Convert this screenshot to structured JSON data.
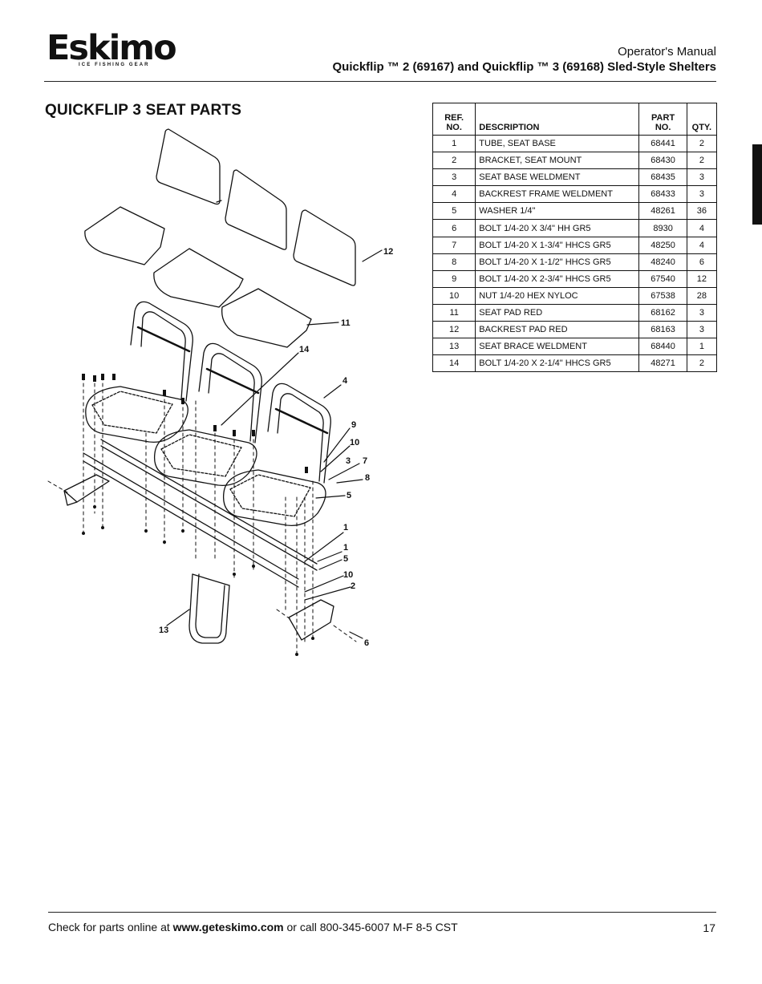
{
  "header": {
    "brand": "Eskimo",
    "tagline": "ICE FISHING GEAR",
    "manual_label": "Operator's Manual",
    "product_title": "Quickflip ™ 2 (69167) and Quickflip ™ 3 (69168) Sled-Style Shelters"
  },
  "section_title": "QUICKFLIP 3 SEAT PARTS",
  "parts_table": {
    "headers": {
      "ref_line1": "REF.",
      "ref_line2": "NO.",
      "description": "DESCRIPTION",
      "part_line1": "PART",
      "part_line2": "NO.",
      "qty": "QTY."
    },
    "rows": [
      {
        "ref": "1",
        "description": "TUBE, SEAT BASE",
        "part": "68441",
        "qty": "2"
      },
      {
        "ref": "2",
        "description": "BRACKET, SEAT MOUNT",
        "part": "68430",
        "qty": "2"
      },
      {
        "ref": "3",
        "description": "SEAT BASE WELDMENT",
        "part": "68435",
        "qty": "3"
      },
      {
        "ref": "4",
        "description": "BACKREST FRAME WELDMENT",
        "part": "68433",
        "qty": "3"
      },
      {
        "ref": "5",
        "description": "WASHER 1/4\"",
        "part": "48261",
        "qty": "36"
      },
      {
        "ref": "6",
        "description": "BOLT 1/4-20 X 3/4\" HH GR5",
        "part": "8930",
        "qty": "4"
      },
      {
        "ref": "7",
        "description": "BOLT 1/4-20 X 1-3/4\" HHCS GR5",
        "part": "48250",
        "qty": "4"
      },
      {
        "ref": "8",
        "description": "BOLT 1/4-20 X 1-1/2\" HHCS GR5",
        "part": "48240",
        "qty": "6"
      },
      {
        "ref": "9",
        "description": "BOLT 1/4-20 X 2-3/4\" HHCS GR5",
        "part": "67540",
        "qty": "12"
      },
      {
        "ref": "10",
        "description": "NUT 1/4-20 HEX NYLOC",
        "part": "67538",
        "qty": "28"
      },
      {
        "ref": "11",
        "description": "SEAT PAD RED",
        "part": "68162",
        "qty": "3"
      },
      {
        "ref": "12",
        "description": "BACKREST PAD RED",
        "part": "68163",
        "qty": "3"
      },
      {
        "ref": "13",
        "description": "SEAT BRACE WELDMENT",
        "part": "68440",
        "qty": "1"
      },
      {
        "ref": "14",
        "description": "BOLT 1/4-20 X 2-1/4\" HHCS GR5",
        "part": "48271",
        "qty": "2"
      }
    ]
  },
  "diagram": {
    "callouts": [
      "12",
      "11",
      "14",
      "4",
      "9",
      "10",
      "3",
      "7",
      "8",
      "5",
      "1",
      "1",
      "5",
      "10",
      "2",
      "13",
      "6"
    ]
  },
  "footer": {
    "prefix": "Check for parts online at ",
    "url": "www.geteskimo.com",
    "suffix": " or call 800-345-6007 M-F 8-5 CST",
    "page_number": "17"
  }
}
